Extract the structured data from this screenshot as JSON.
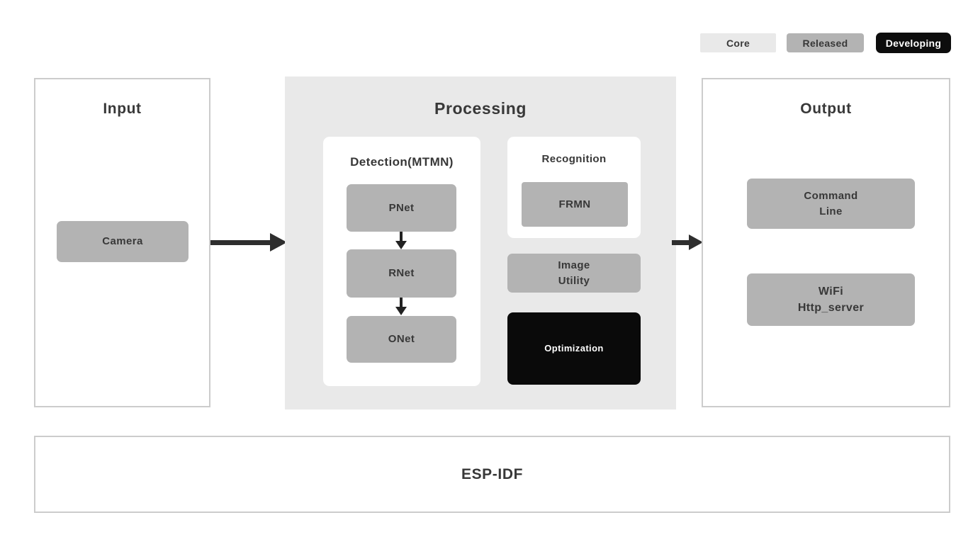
{
  "colors": {
    "core_light_gray": "#e9e9e9",
    "released_gray": "#b3b3b3",
    "developing_black": "#0d0d0d",
    "panel_border": "#cccccc",
    "text_dark": "#383838",
    "arrow": "#2e2e2e"
  },
  "legend": {
    "items": [
      {
        "label": "Core",
        "color": "#e9e9e9"
      },
      {
        "label": "Released",
        "color": "#b3b3b3"
      },
      {
        "label": "Developing",
        "color": "#0d0d0d"
      }
    ]
  },
  "input": {
    "title": "Input",
    "modules": [
      {
        "label": "Camera",
        "status": "Released"
      }
    ]
  },
  "processing": {
    "title": "Processing",
    "status": "Core",
    "detection": {
      "title": "Detection(MTMN)",
      "nodes": [
        "PNet",
        "RNet",
        "ONet"
      ],
      "nodes_status": "Released"
    },
    "recognition": {
      "title": "Recognition",
      "nodes": [
        "FRMN"
      ],
      "nodes_status": "Released"
    },
    "image_utility": {
      "lines": [
        "Image",
        "Utility"
      ],
      "status": "Released"
    },
    "optimization": {
      "label": "Optimization",
      "status": "Developing"
    }
  },
  "output": {
    "title": "Output",
    "modules": [
      {
        "lines": [
          "Command",
          "Line"
        ],
        "status": "Released"
      },
      {
        "lines": [
          "WiFi",
          "Http_server"
        ],
        "status": "Released"
      }
    ]
  },
  "foundation": {
    "title": "ESP-IDF"
  }
}
